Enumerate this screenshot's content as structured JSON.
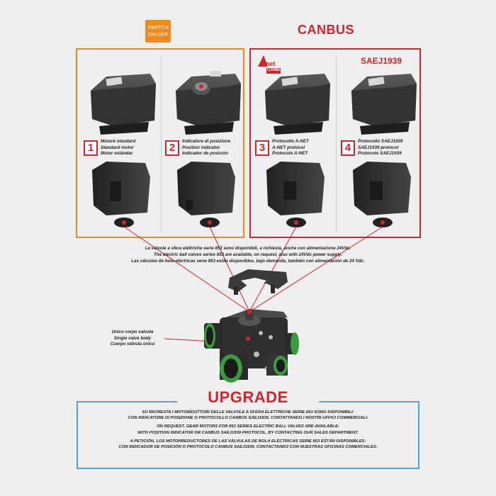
{
  "header": {
    "switch_badge": [
      "SWITCH",
      "ON-OFF"
    ],
    "canbus_title": "CANBUS",
    "anet_logo": {
      "text_main": "net",
      "text_letter": "A",
      "text_sub": "CANbus"
    },
    "saej_title": "SAEJ1939"
  },
  "variants": [
    {
      "number": "1",
      "lines": [
        "Motore standard",
        "Standard motor",
        "Motor estándar"
      ]
    },
    {
      "number": "2",
      "lines": [
        "Indicatore di posizione",
        "Position indicator",
        "Indicador de posición"
      ]
    },
    {
      "number": "3",
      "lines": [
        "Protocollo A-NET",
        "A-NET protocol",
        "Protocolo A-NET"
      ]
    },
    {
      "number": "4",
      "lines": [
        "Protocollo SAEJ1939",
        "SAEJ1939 protocol",
        "Protocolo SAEJ1939"
      ]
    }
  ],
  "intro_lines": [
    "Le valvole a sfera elettriche serie 853 sono disponibili, a richiesta, anche con alimentazione 24Vdc.",
    "The electric ball valves series 853 are available, on request, also with 24Vdc power supply.",
    "Las válvulas de bola eléctricas serie 853 están disponibles, bajo demanda, también con alimentación de 24 Vdc."
  ],
  "valve_body_label": [
    "Unico corpo valvola",
    "Single valve body",
    "Cuerpo válvula único"
  ],
  "upgrade": {
    "title": "UPGRADE",
    "paragraphs": [
      [
        "SU RICHIESTA I MOTORIDUTTORI DELLE VALVOLE A SFERA ELETTRICHE SERIE 853 SONO DISPONIBILI:",
        "CON INDICATORE DI POSIZIONE O PROTOCOLLO CANBUS SAEJ1939, CONTATTANDO I NOSTRI UFFICI COMMERCIALI."
      ],
      [
        "ON REQUEST, GEAR MOTORS FOR 853 SERIES ELECTRIC BALL VALVES ARE AVAILABLE:",
        "WITH POSITION INDICATOR OR CANBUS SAEJ1939 PROTOCOL, BY CONTACTING OUR SALES DEPARTMENT."
      ],
      [
        "A PETICIÓN, LOS MOTORREDUCTORES DE LAS VÁLVULAS DE BOLA ELÉCTRICAS SERIE 853 ESTÁN DISPONIBLES:",
        "CON INDICADOR DE POSICIÓN O PROTOCOLO CANBUS SAEJ1939, CONTACTANDO CON NUESTRAS OFICINAS COMERCIALES."
      ]
    ]
  },
  "colors": {
    "orange": "#f08a1d",
    "red": "#d3242b",
    "blue": "#4aa3df",
    "motor": "#2e2e2e"
  }
}
